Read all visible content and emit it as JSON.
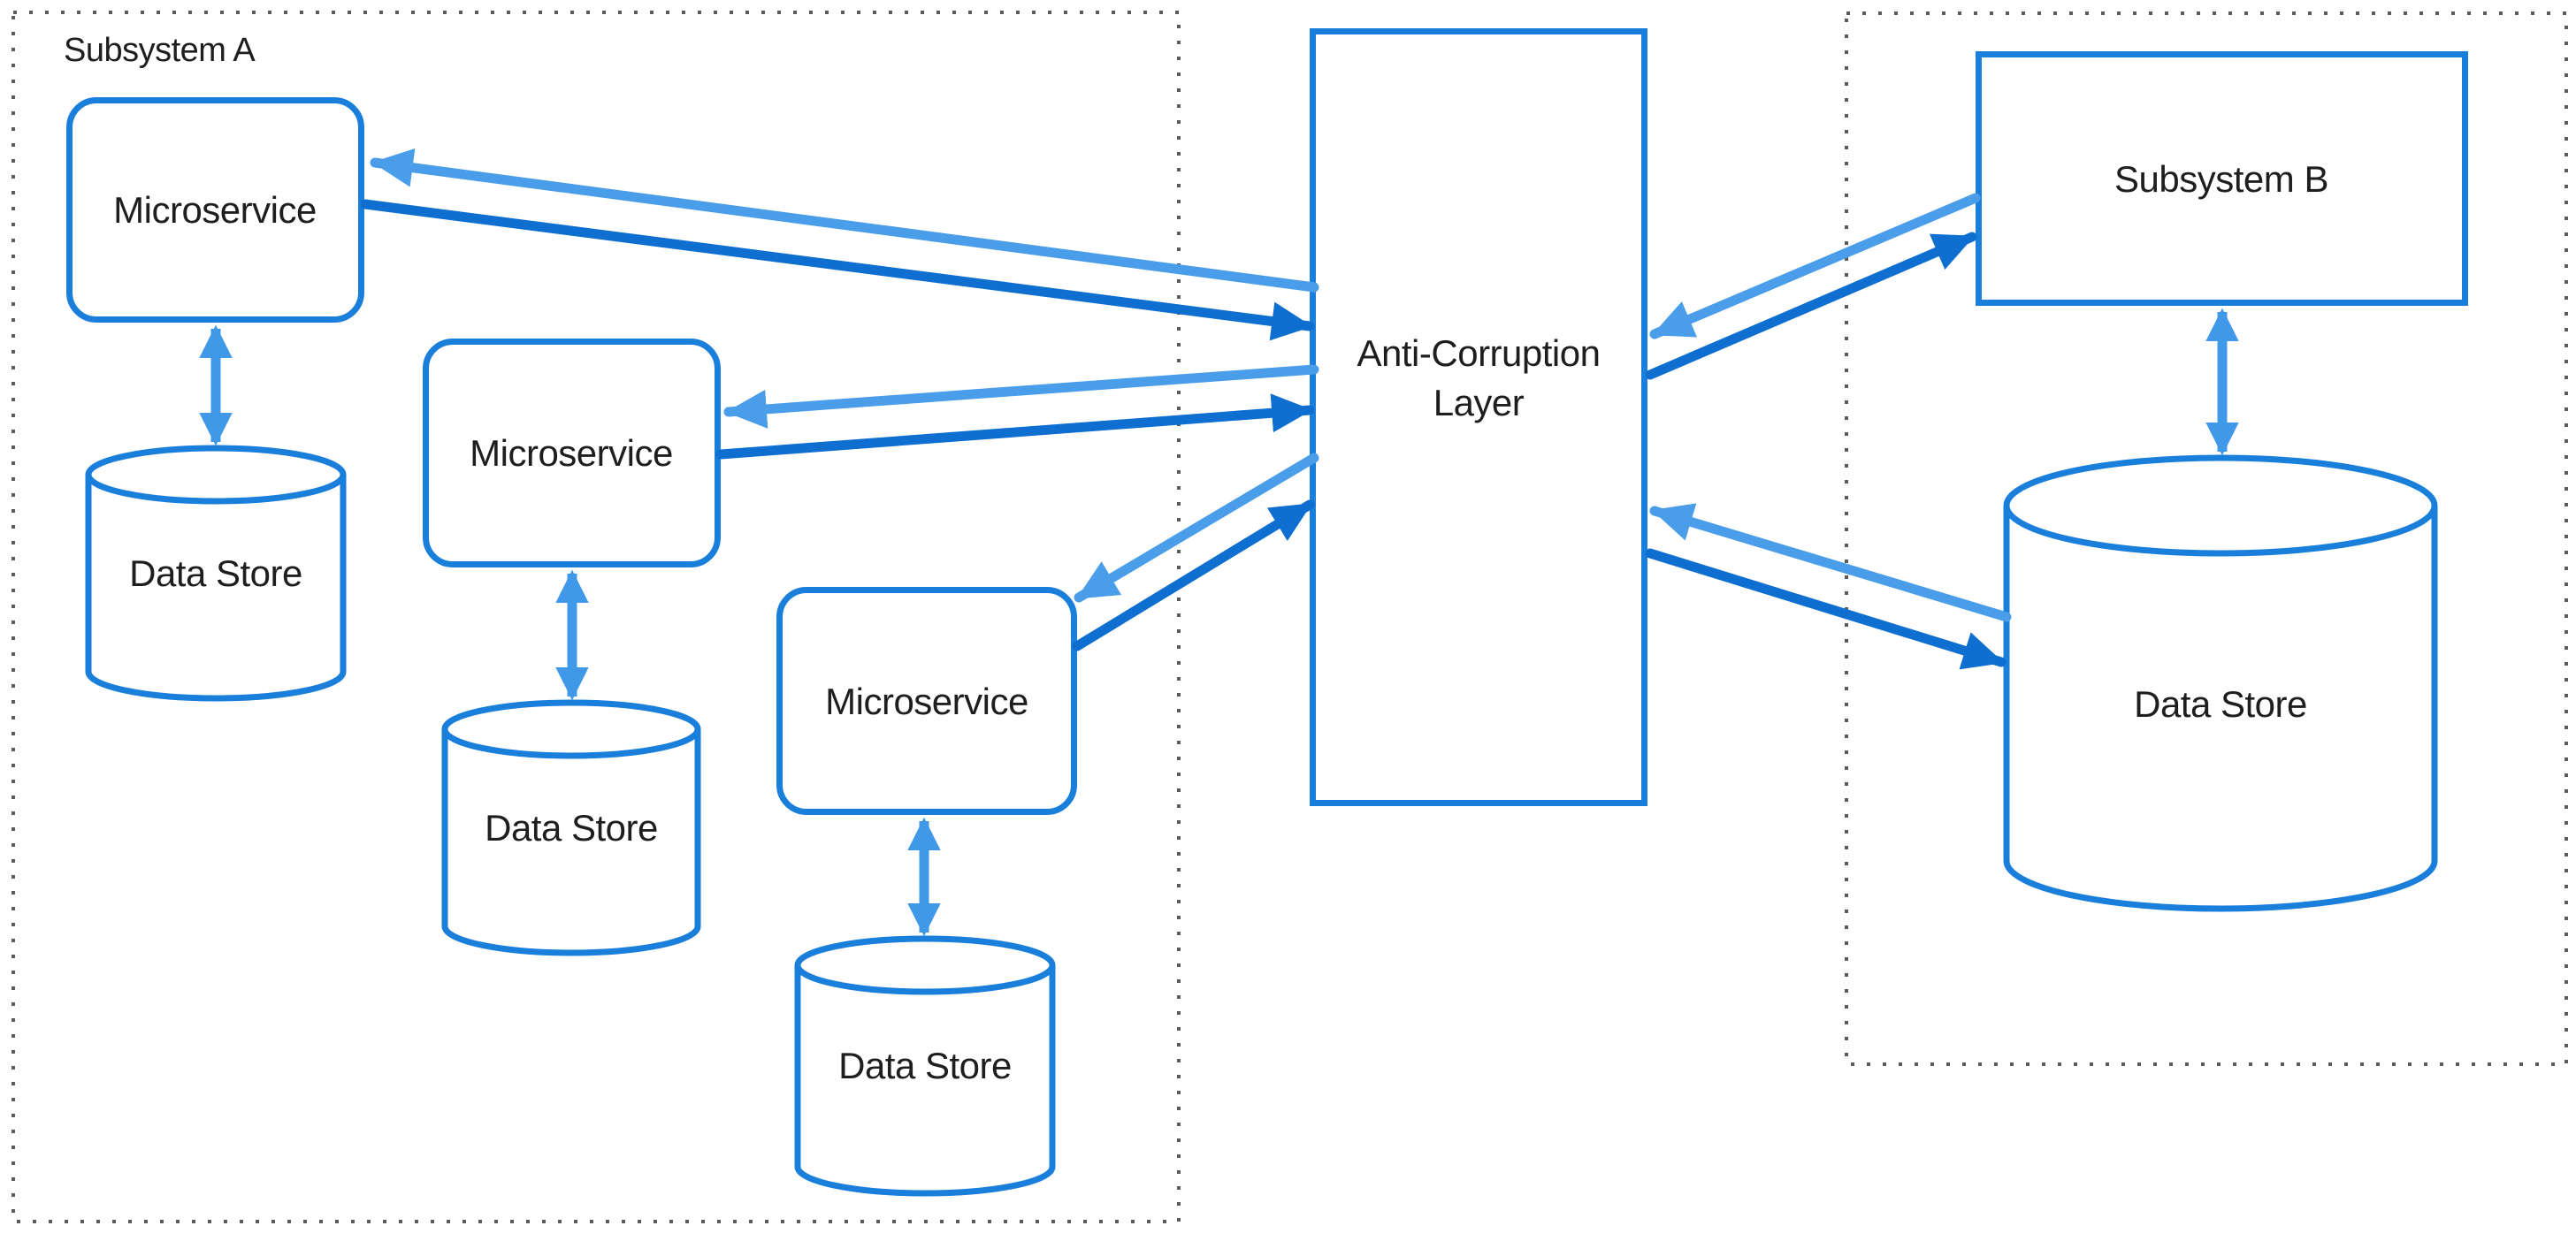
{
  "title": "Anti-Corruption Layer pattern diagram",
  "labels": {
    "subsystem_a": "Subsystem A",
    "ms1": "Microservice",
    "ms2": "Microservice",
    "ms3": "Microservice",
    "ds1": "Data Store",
    "ds2": "Data Store",
    "ds3": "Data Store",
    "acl_line1": "Anti-Corruption",
    "acl_line2": "Layer",
    "subsystem_b": "Subsystem B",
    "ds_b": "Data Store"
  },
  "colors": {
    "node_border": "#1A7FDB",
    "arrow_light": "#4A9DE9",
    "arrow_dark": "#0E6FD0",
    "arrow_vertical": "#3F99E8",
    "container_dots": "#5B5B5B",
    "text": "#1E1E1E",
    "background": "#FFFFFF"
  },
  "graph": {
    "containers": [
      {
        "id": "subsystem_a",
        "label": "Subsystem A",
        "children": [
          "ms1",
          "ds1",
          "ms2",
          "ds2",
          "ms3",
          "ds3"
        ]
      },
      {
        "id": "subsystem_b",
        "label": "Subsystem B",
        "children": [
          "subsystem_b_box",
          "ds_b"
        ]
      }
    ],
    "nodes": [
      {
        "id": "ms1",
        "label": "Microservice",
        "shape": "rounded-rect"
      },
      {
        "id": "ms2",
        "label": "Microservice",
        "shape": "rounded-rect"
      },
      {
        "id": "ms3",
        "label": "Microservice",
        "shape": "rounded-rect"
      },
      {
        "id": "ds1",
        "label": "Data Store",
        "shape": "cylinder"
      },
      {
        "id": "ds2",
        "label": "Data Store",
        "shape": "cylinder"
      },
      {
        "id": "ds3",
        "label": "Data Store",
        "shape": "cylinder"
      },
      {
        "id": "acl",
        "label": "Anti-Corruption Layer",
        "shape": "rect"
      },
      {
        "id": "subsystem_b_box",
        "label": "Subsystem B",
        "shape": "rect"
      },
      {
        "id": "ds_b",
        "label": "Data Store",
        "shape": "cylinder"
      }
    ],
    "edges": [
      {
        "from": "ms1",
        "to": "ds1",
        "type": "bidirectional",
        "style": "vertical"
      },
      {
        "from": "ms2",
        "to": "ds2",
        "type": "bidirectional",
        "style": "vertical"
      },
      {
        "from": "ms3",
        "to": "ds3",
        "type": "bidirectional",
        "style": "vertical"
      },
      {
        "from": "subsystem_b_box",
        "to": "ds_b",
        "type": "bidirectional",
        "style": "vertical"
      },
      {
        "from": "acl",
        "to": "ms1",
        "type": "directed",
        "style": "light"
      },
      {
        "from": "ms1",
        "to": "acl",
        "type": "directed",
        "style": "dark"
      },
      {
        "from": "acl",
        "to": "ms2",
        "type": "directed",
        "style": "light"
      },
      {
        "from": "ms2",
        "to": "acl",
        "type": "directed",
        "style": "dark"
      },
      {
        "from": "acl",
        "to": "ms3",
        "type": "directed",
        "style": "light"
      },
      {
        "from": "ms3",
        "to": "acl",
        "type": "directed",
        "style": "dark"
      },
      {
        "from": "subsystem_b_box",
        "to": "acl",
        "type": "directed",
        "style": "light"
      },
      {
        "from": "acl",
        "to": "subsystem_b_box",
        "type": "directed",
        "style": "dark"
      },
      {
        "from": "ds_b",
        "to": "acl",
        "type": "directed",
        "style": "light"
      },
      {
        "from": "acl",
        "to": "ds_b",
        "type": "directed",
        "style": "dark"
      }
    ]
  }
}
